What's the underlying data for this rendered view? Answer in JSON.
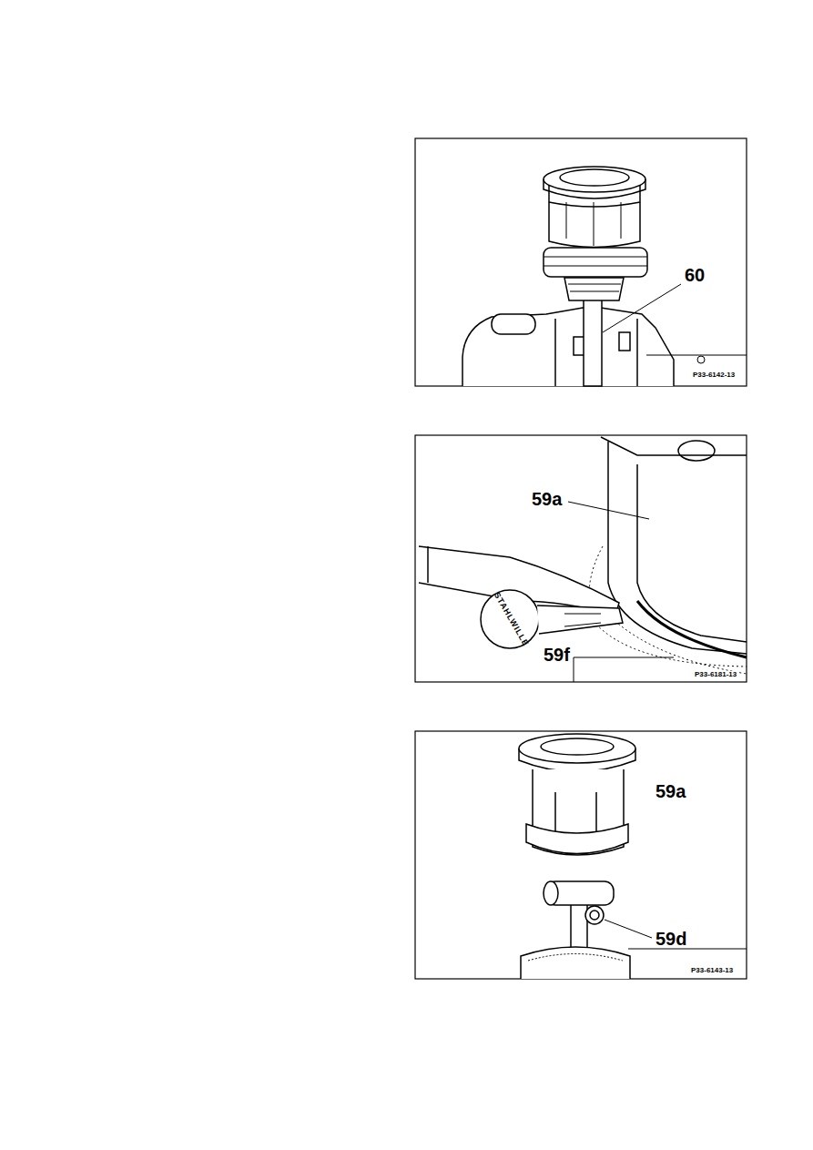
{
  "diagram": {
    "labels": [
      "60",
      "P33-6142-13",
      "59a",
      "STAHLWILLE",
      "59f",
      "P33-6181-13",
      "59a",
      "59d",
      "P33-6143-13"
    ]
  }
}
